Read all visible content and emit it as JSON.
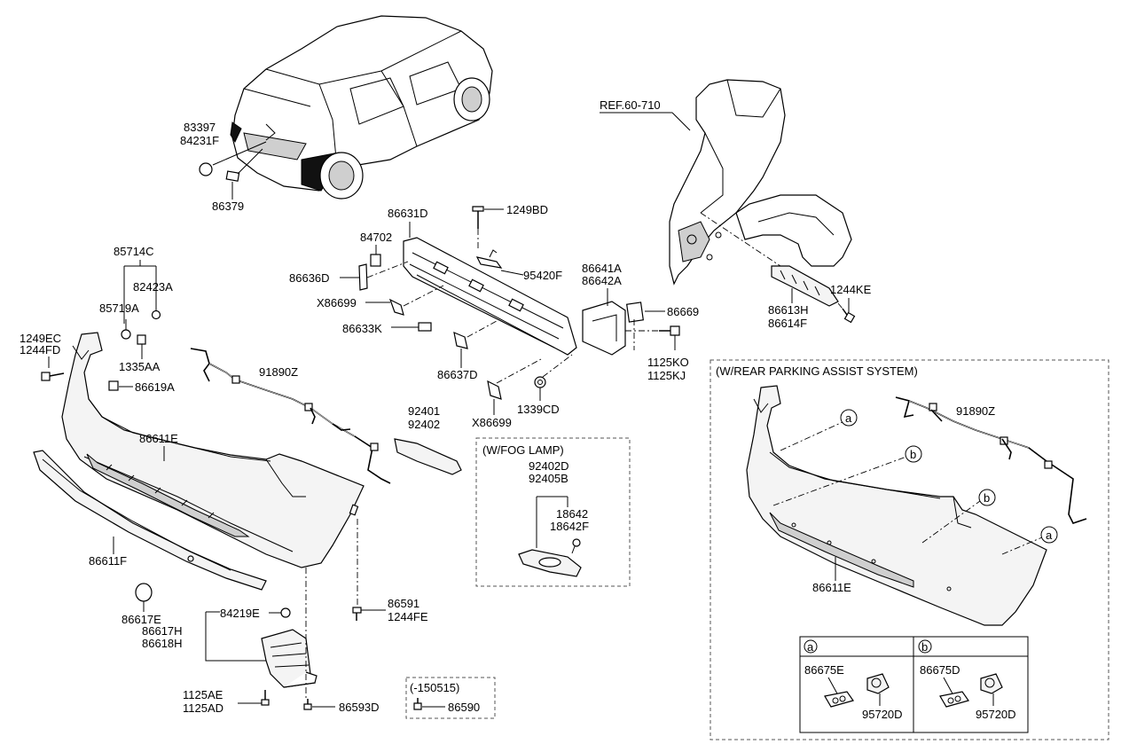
{
  "labels": {
    "l_83397": "83397",
    "l_84231F": "84231F",
    "l_86379": "86379",
    "l_86631D": "86631D",
    "l_1249BD": "1249BD",
    "l_84702": "84702",
    "l_95420F": "95420F",
    "l_86636D": "86636D",
    "l_86641A": "86641A",
    "l_86642A": "86642A",
    "l_86669": "86669",
    "l_X86699_a": "X86699",
    "l_86633K": "86633K",
    "l_86637D": "86637D",
    "l_X86699_b": "X86699",
    "l_1339CD": "1339CD",
    "l_1125KO": "1125KO",
    "l_1125KJ": "1125KJ",
    "l_85714C": "85714C",
    "l_82423A": "82423A",
    "l_85719A": "85719A",
    "l_1249EC": "1249EC",
    "l_1244FD": "1244FD",
    "l_1335AA": "1335AA",
    "l_86619A": "86619A",
    "l_91890Z_main": "91890Z",
    "l_92401": "92401",
    "l_92402": "92402",
    "l_86611E_main": "86611E",
    "l_86611F": "86611F",
    "l_86617E": "86617E",
    "l_84219E": "84219E",
    "l_86617H": "86617H",
    "l_86618H": "86618H",
    "l_86591": "86591",
    "l_1244FE": "1244FE",
    "l_1125AE": "1125AE",
    "l_1125AD": "1125AD",
    "l_86593D": "86593D",
    "l_150515": "(-150515)",
    "l_86590": "86590",
    "l_fog_title": "(W/FOG LAMP)",
    "l_92402D": "92402D",
    "l_92405B": "92405B",
    "l_18642": "18642",
    "l_18642F": "18642F",
    "l_ref": "REF.60-710",
    "l_86613H": "86613H",
    "l_86614F": "86614F",
    "l_1244KE": "1244KE",
    "l_rpas_title": "(W/REAR PARKING ASSIST SYSTEM)",
    "l_91890Z_rpas": "91890Z",
    "l_86611E_rpas": "86611E",
    "l_callout_a": "a",
    "l_callout_b": "b",
    "l_86675E": "86675E",
    "l_95720D_a": "95720D",
    "l_86675D": "86675D",
    "l_95720D_b": "95720D"
  },
  "markers": {
    "a": "a",
    "b": "b"
  }
}
